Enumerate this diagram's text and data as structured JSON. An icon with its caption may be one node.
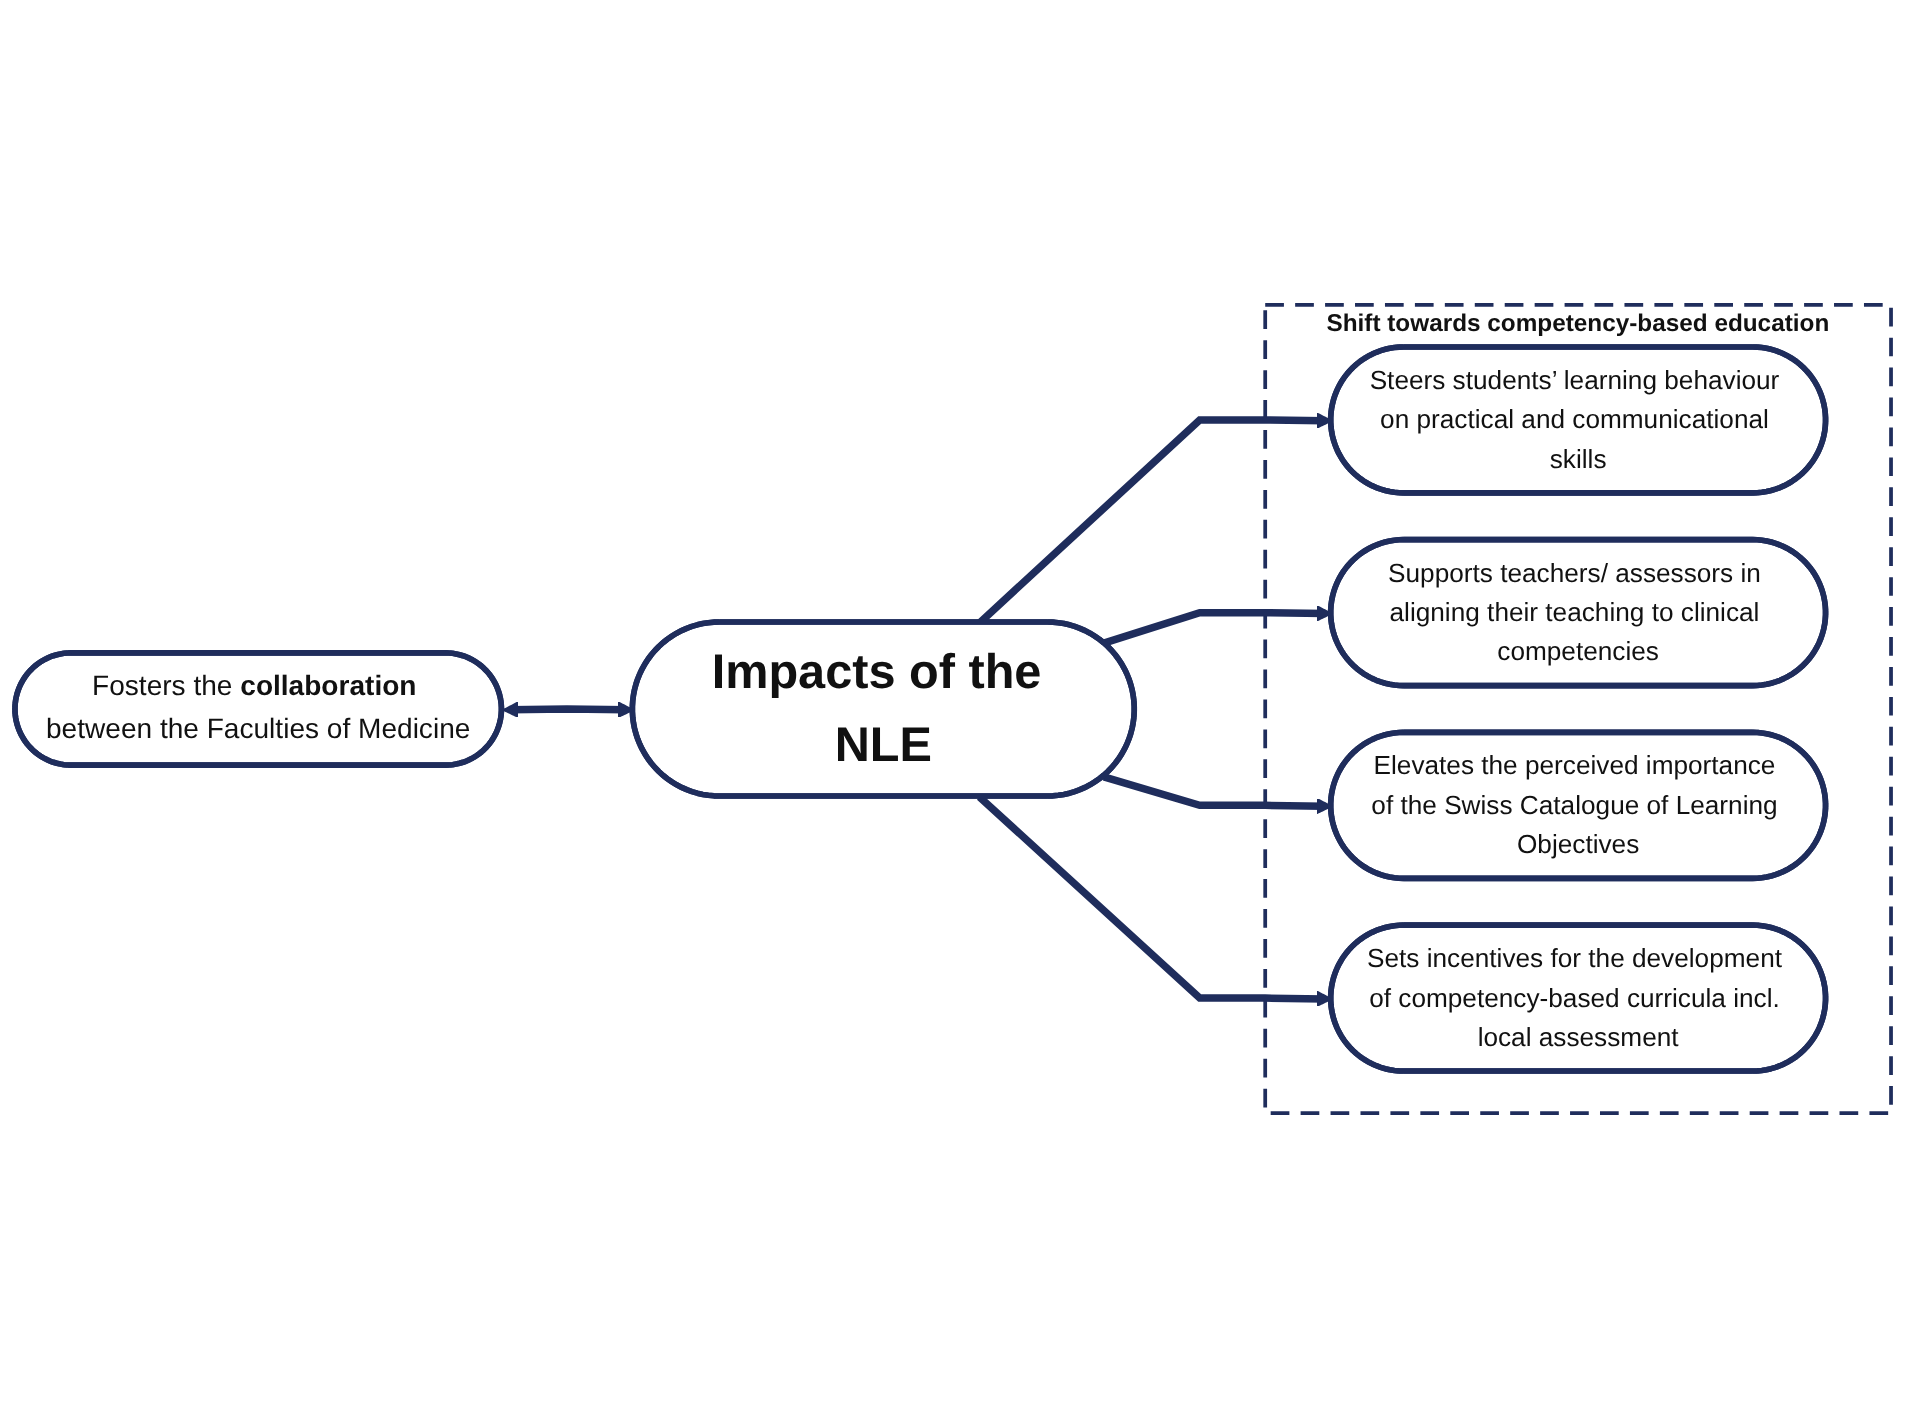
{
  "diagram": {
    "nodes": [
      {
        "text": [
          "Fosters the **collaboration** between the Faculties of Medicine"
        ]
      },
      {
        "text": [
          "Impacts of the NLE"
        ]
      },
      {
        "text": [
          "Shift towards competency-based education"
        ]
      },
      {
        "text": [
          "Steers students’ learning behaviour on practical and communicational skills"
        ],
        "in": 2
      },
      {
        "text": [
          "Supports teachers/ assessors in aligning their teaching to clinical competencies"
        ],
        "in": 2
      },
      {
        "text": [
          "Elevates the perceived importance of the Swiss Catalogue of Learning Objectives"
        ],
        "in": 2
      },
      {
        "text": [
          "Sets incentives for the development of competency-based curricula incl. local assessment"
        ],
        "in": 2
      }
    ],
    "edges": [
      {
        "from": 0,
        "to": 1,
        "arrow": "both"
      },
      {
        "from": 1,
        "to": 3,
        "arrow": "to"
      },
      {
        "from": 1,
        "to": 4,
        "arrow": "to"
      },
      {
        "from": 1,
        "to": 5,
        "arrow": "to"
      },
      {
        "from": 1,
        "to": 6,
        "arrow": "to"
      }
    ]
  }
}
